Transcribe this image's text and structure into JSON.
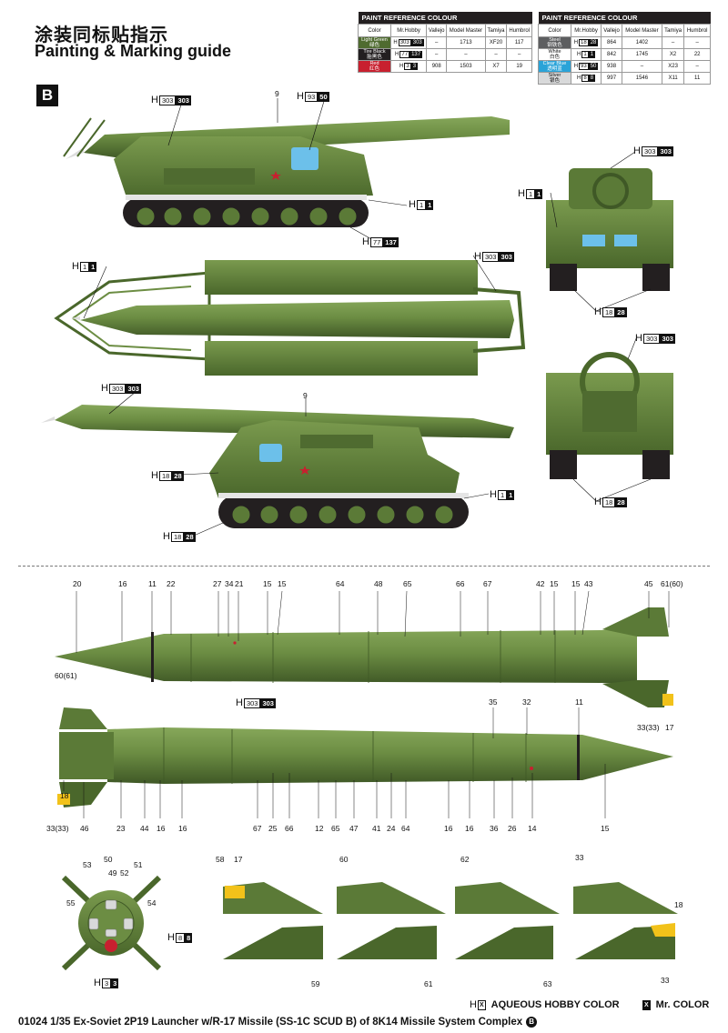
{
  "header": {
    "title_cn": "涂装同标贴指示",
    "title_en": "Painting & Marking guide",
    "section": "B"
  },
  "tables": [
    {
      "heading": "PAINT REFERENCE COLOUR",
      "columns": [
        "Color",
        "Mr.Hobby",
        "Vallejo",
        "Model Master",
        "Tamiya",
        "Humbrol"
      ],
      "rows": [
        {
          "name": "Light Green",
          "name_cn": "绿色",
          "swatch": "#4f6b30",
          "text": "#fff",
          "h": "303",
          "mr": "303",
          "vallejo": "–",
          "mm": "1713",
          "tamiya": "XF20",
          "humbrol": "117"
        },
        {
          "name": "Tire Black",
          "name_cn": "胎黑色",
          "swatch": "#231f20",
          "text": "#fff",
          "h": "77",
          "mr": "137",
          "vallejo": "–",
          "mm": "–",
          "tamiya": "–",
          "humbrol": "–"
        },
        {
          "name": "Red",
          "name_cn": "红色",
          "swatch": "#c8202f",
          "text": "#fff",
          "h": "3",
          "mr": "3",
          "vallejo": "908",
          "mm": "1503",
          "tamiya": "X7",
          "humbrol": "19"
        }
      ]
    },
    {
      "heading": "PAINT REFERENCE COLOUR",
      "columns": [
        "Color",
        "Mr.Hobby",
        "Vallejo",
        "Model Master",
        "Tamiya",
        "Humbrol"
      ],
      "rows": [
        {
          "name": "Steel",
          "name_cn": "钢铁色",
          "swatch": "#5d5e60",
          "text": "#fff",
          "h": "18",
          "mr": "28",
          "vallejo": "864",
          "mm": "1402",
          "tamiya": "–",
          "humbrol": "–"
        },
        {
          "name": "White",
          "name_cn": "白色",
          "swatch": "#ffffff",
          "text": "#111",
          "h": "1",
          "mr": "1",
          "vallejo": "842",
          "mm": "1745",
          "tamiya": "X2",
          "humbrol": "22"
        },
        {
          "name": "Clear Blue",
          "name_cn": "透明蓝",
          "swatch": "#2aa3d8",
          "text": "#fff",
          "h": "93",
          "mr": "50",
          "vallejo": "938",
          "mm": "–",
          "tamiya": "X23",
          "humbrol": "–"
        },
        {
          "name": "Silver",
          "name_cn": "银色",
          "swatch": "#d8d9da",
          "text": "#111",
          "h": "8",
          "mr": "8",
          "vallejo": "997",
          "mm": "1546",
          "tamiya": "X11",
          "humbrol": "11"
        }
      ]
    }
  ],
  "callouts": [
    {
      "id": "c1",
      "hb": "303",
      "mr": "303",
      "x": 0,
      "y": 0
    },
    {
      "id": "c2",
      "hb": "93",
      "mr": "50"
    },
    {
      "id": "c3",
      "hb": "1",
      "mr": "1"
    },
    {
      "id": "c4",
      "hb": "77",
      "mr": "137"
    },
    {
      "id": "c5",
      "hb": "1",
      "mr": "1"
    },
    {
      "id": "c6",
      "hb": "303",
      "mr": "303"
    },
    {
      "id": "c7",
      "hb": "1",
      "mr": "1"
    },
    {
      "id": "c8",
      "hb": "303",
      "mr": "303"
    },
    {
      "id": "c9",
      "hb": "18",
      "mr": "28"
    },
    {
      "id": "c10",
      "hb": "303",
      "mr": "303"
    },
    {
      "id": "c11",
      "hb": "303",
      "mr": "303"
    },
    {
      "id": "c12",
      "hb": "18",
      "mr": "28"
    },
    {
      "id": "c13",
      "hb": "1",
      "mr": "1"
    },
    {
      "id": "c14",
      "hb": "18",
      "mr": "28"
    },
    {
      "id": "c15",
      "hb": "18",
      "mr": "28"
    },
    {
      "id": "c16",
      "hb": "303",
      "mr": "303"
    },
    {
      "id": "c17",
      "hb": "8",
      "mr": "8"
    },
    {
      "id": "c18",
      "hb": "3",
      "mr": "3"
    }
  ],
  "labels": {
    "l9a": "9",
    "l9b": "9",
    "m_top": [
      "20",
      "16",
      "11",
      "22",
      "27",
      "34",
      "21",
      "15",
      "15",
      "64",
      "48",
      "65",
      "66",
      "67",
      "42",
      "15",
      "15",
      "43",
      "45",
      "61(60)"
    ],
    "m_left": "60(61)",
    "m_right_a": "33(33)",
    "m_right_b": "17",
    "m_mid": [
      "35",
      "32",
      "11"
    ],
    "m_bottom": [
      "18",
      "33(33)",
      "46",
      "23",
      "44",
      "16",
      "16",
      "67",
      "25",
      "66",
      "12",
      "65",
      "47",
      "41",
      "24",
      "64",
      "16",
      "16",
      "36",
      "26",
      "14",
      "15"
    ],
    "base": [
      "53",
      "50",
      "49",
      "52",
      "51",
      "55",
      "54"
    ],
    "fins": [
      "58",
      "17",
      "60",
      "62",
      "33",
      "18",
      "59",
      "61",
      "63",
      "33"
    ]
  },
  "footer": {
    "legend_hb_letter": "H",
    "legend_hb_box": "X",
    "legend_hb_text": "AQUEOUS HOBBY COLOR",
    "legend_mr_box": "X",
    "legend_mr_text": "Mr. COLOR",
    "title": "01024 1/35  Ex-Soviet 2P19 Launcher w/R-17 Missile (SS-1C SCUD B) of 8K14 Missile System Complex",
    "badge": "B"
  },
  "colors": {
    "olive": "#5b7a37",
    "olive_dark": "#3f5826",
    "olive_light": "#7a9a4e",
    "track": "#231f20",
    "blue": "#2aa3d8",
    "red": "#c8202f",
    "yellow": "#f2c21a"
  }
}
